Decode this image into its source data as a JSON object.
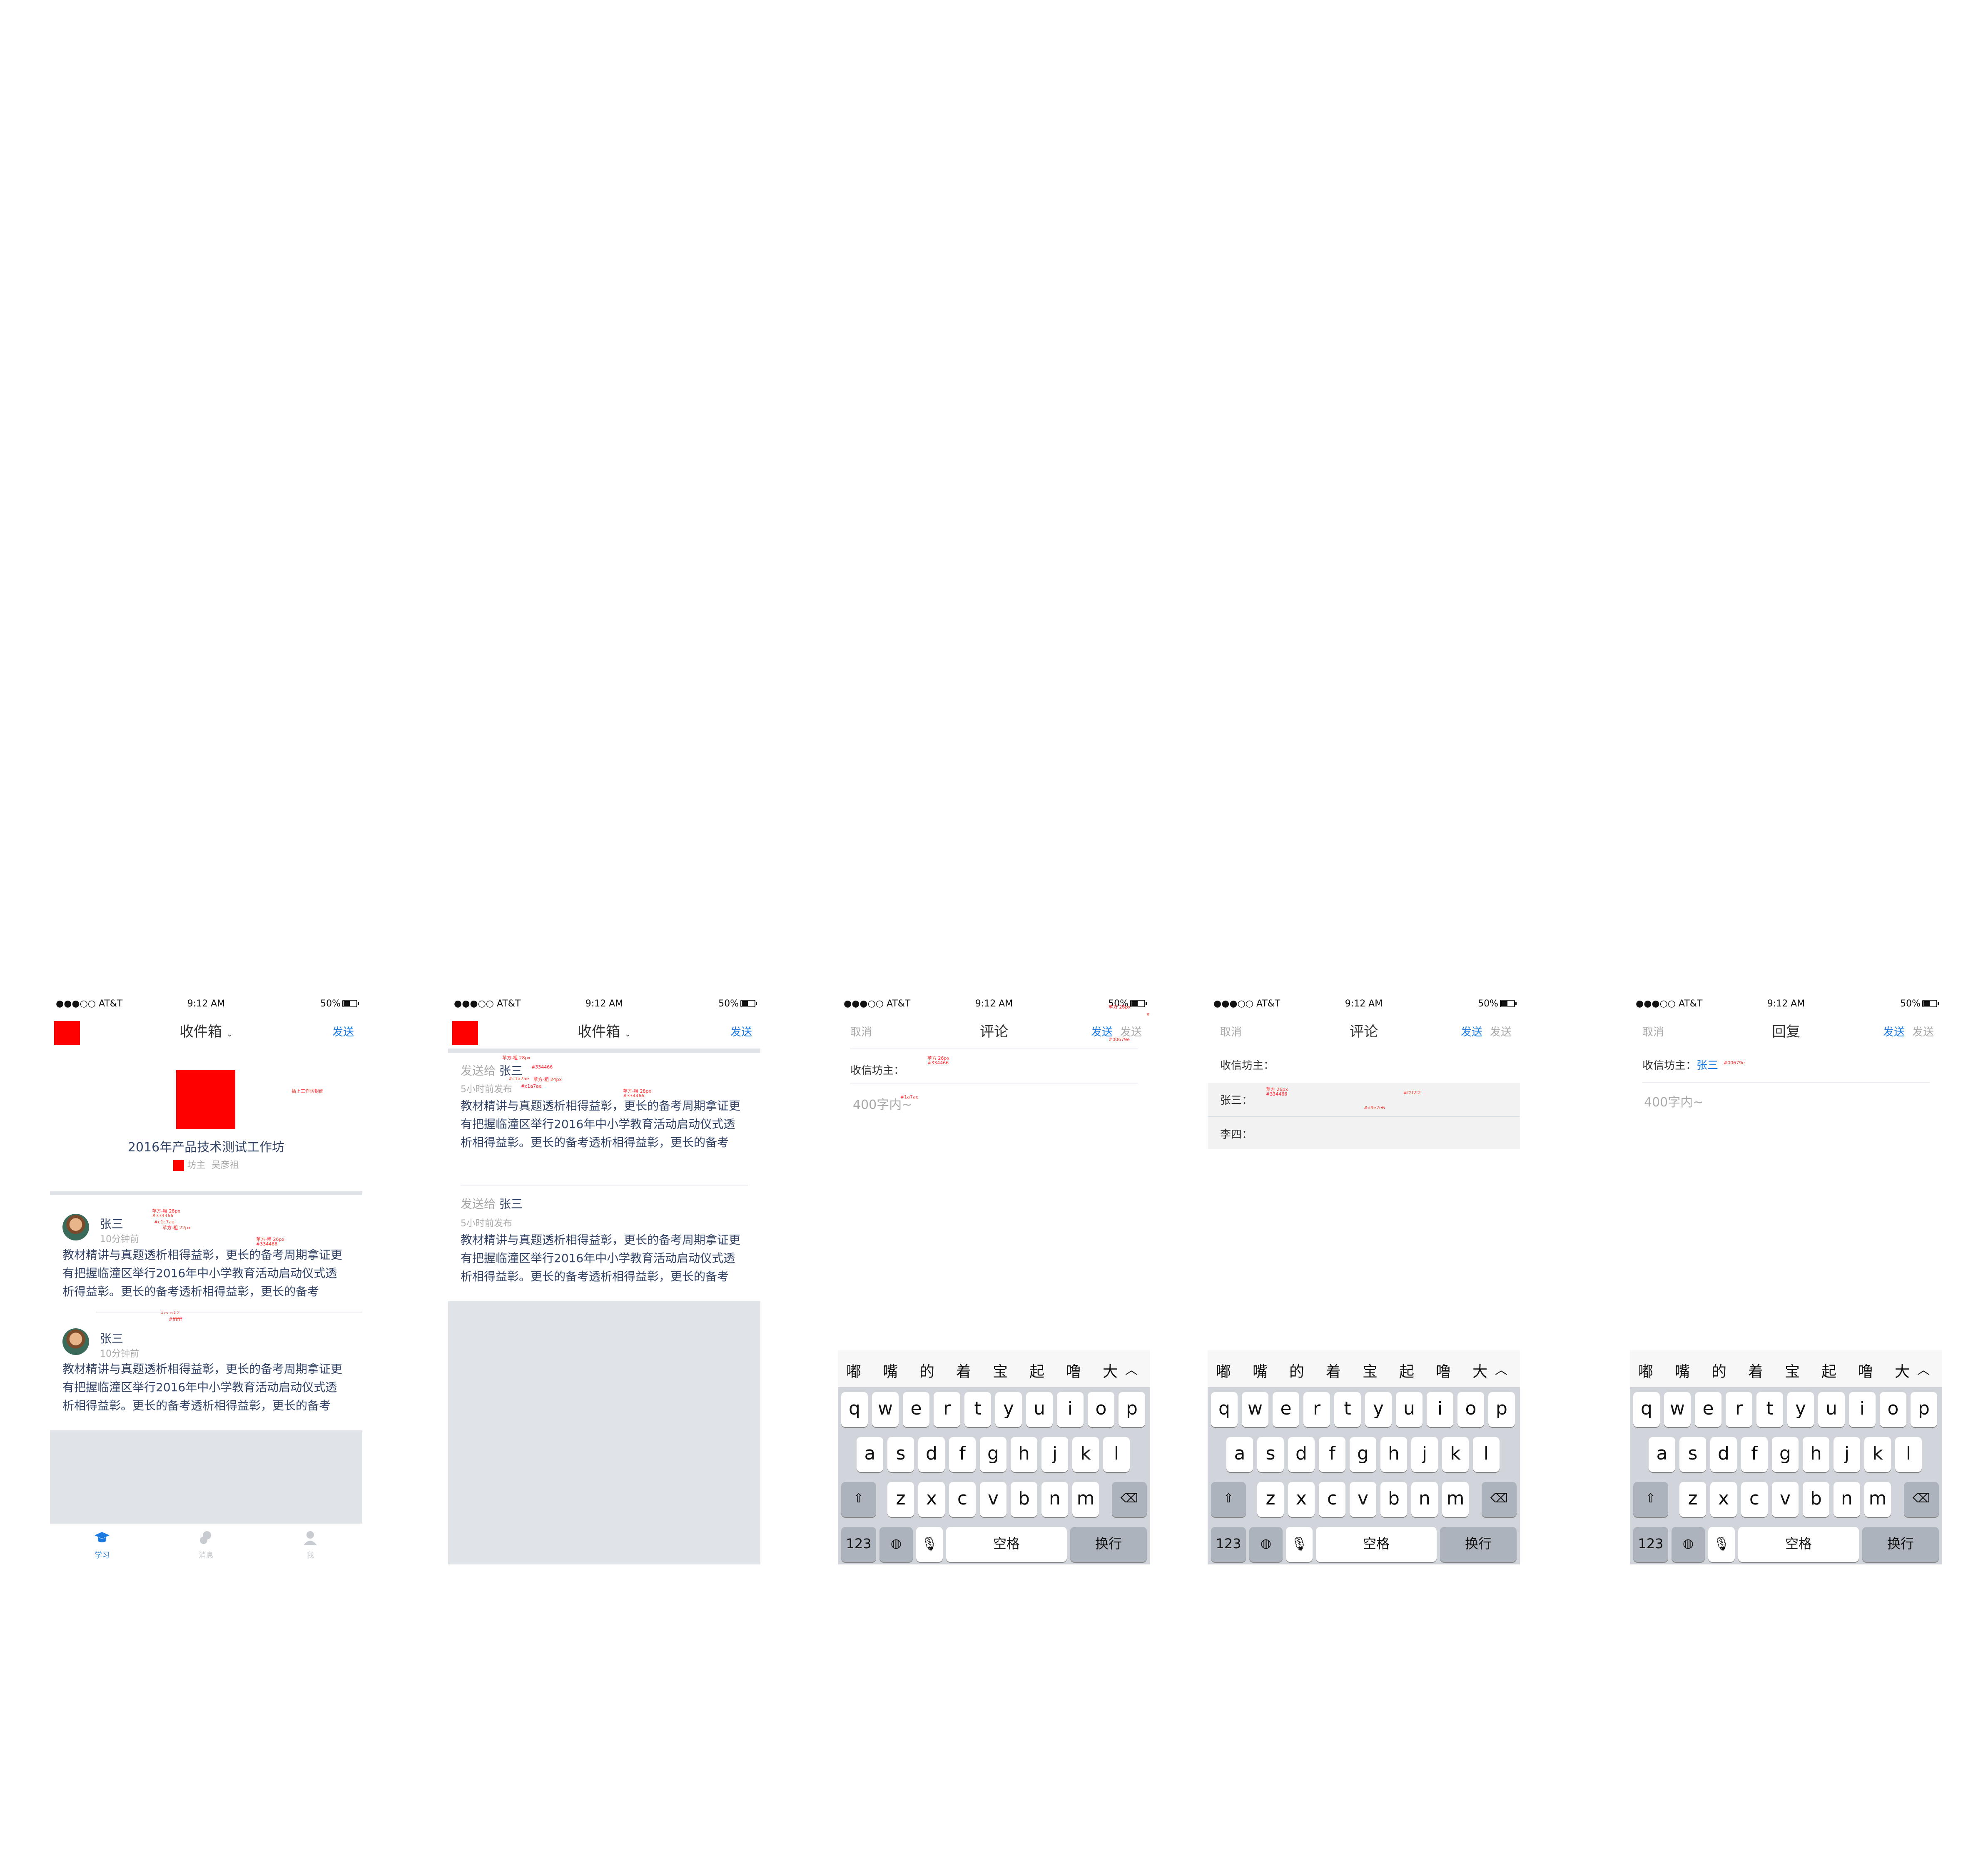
{
  "status": {
    "carrier": "●●●○○ AT&T",
    "time": "9:12 AM",
    "battery": "50%"
  },
  "s1": {
    "title": "收件箱",
    "send": "发送",
    "group_title": "2016年产品技术测试工作坊",
    "owner_label": "坊主",
    "owner_name": "吴彦祖",
    "anno_top": "插上工作坊封面",
    "msgs": [
      {
        "name": "张三",
        "time": "10分钟前",
        "body": "教材精讲与真题透析相得益彰，更长的备考周期拿证更有把握临潼区举行2016年中小学教育活动启动仪式透析得益彰。更长的备考透析相得益彰，更长的备考"
      },
      {
        "name": "张三",
        "time": "10分钟前",
        "body": "教材精讲与真题透析相得益彰，更长的备考周期拿证更有把握临潼区举行2016年中小学教育活动启动仪式透析相得益彰。更长的备考透析相得益彰，更长的备考"
      }
    ],
    "tabs": [
      "学习",
      "消息",
      "我"
    ],
    "annos": [
      "苹方-粗 28px",
      "#334466",
      "苹方-粗 22px",
      "#c1c7ae",
      "苹方-粗 26px",
      "#334466",
      "#ecedf2",
      "#ffffff"
    ]
  },
  "s2": {
    "title": "收件箱",
    "send": "发送",
    "msgs": [
      {
        "prefix": "发送给",
        "name": "张三",
        "time": "5小时前发布",
        "body": "教材精讲与真题透析相得益彰，更长的备考周期拿证更有把握临潼区举行2016年中小学教育活动启动仪式透析相得益彰。更长的备考透析相得益彰，更长的备考"
      },
      {
        "prefix": "发送给",
        "name": "张三",
        "time": "5小时前发布",
        "body": "教材精讲与真题透析相得益彰，更长的备考周期拿证更有把握临潼区举行2016年中小学教育活动启动仪式透析相得益彰。更长的备考透析相得益彰，更长的备考"
      }
    ],
    "annos": [
      "苹方-粗 28px",
      "#334466",
      "#c1a7ae",
      "苹方-粗 24px",
      "#c1a7ae",
      "苹方-粗 28px",
      "#334466"
    ]
  },
  "s3": {
    "cancel": "取消",
    "title": "评论",
    "send": "发送",
    "send_disabled": "发送",
    "recipient_label": "收信坊主：",
    "placeholder": "400字内~",
    "annos": [
      "苹方 26px",
      "#334466",
      "#1a7ae",
      "苹方 26px",
      "#00679e",
      "#c1a7ae"
    ]
  },
  "s4": {
    "cancel": "取消",
    "title": "评论",
    "send": "发送",
    "send_disabled": "发送",
    "recipient_label": "收信坊主：",
    "items": [
      "张三：",
      "李四："
    ],
    "annos": [
      "苹方 26px",
      "#334466",
      "#f2f2f2",
      "#d9e2e6"
    ]
  },
  "s5": {
    "cancel": "取消",
    "title": "回复",
    "send": "发送",
    "send_disabled": "发送",
    "recipient_label": "收信坊主：",
    "recipient": "张三",
    "placeholder": "400字内~",
    "annos": [
      "#00679e"
    ]
  },
  "keyboard": {
    "candidates": [
      "嘟",
      "嘴",
      "的",
      "着",
      "宝",
      "起",
      "噜",
      "大"
    ],
    "row1": [
      "q",
      "w",
      "e",
      "r",
      "t",
      "y",
      "u",
      "i",
      "o",
      "p"
    ],
    "row2": [
      "a",
      "s",
      "d",
      "f",
      "g",
      "h",
      "j",
      "k",
      "l"
    ],
    "row3": [
      "z",
      "x",
      "c",
      "v",
      "b",
      "n",
      "m"
    ],
    "num": "123",
    "space": "空格",
    "return": "换行"
  }
}
